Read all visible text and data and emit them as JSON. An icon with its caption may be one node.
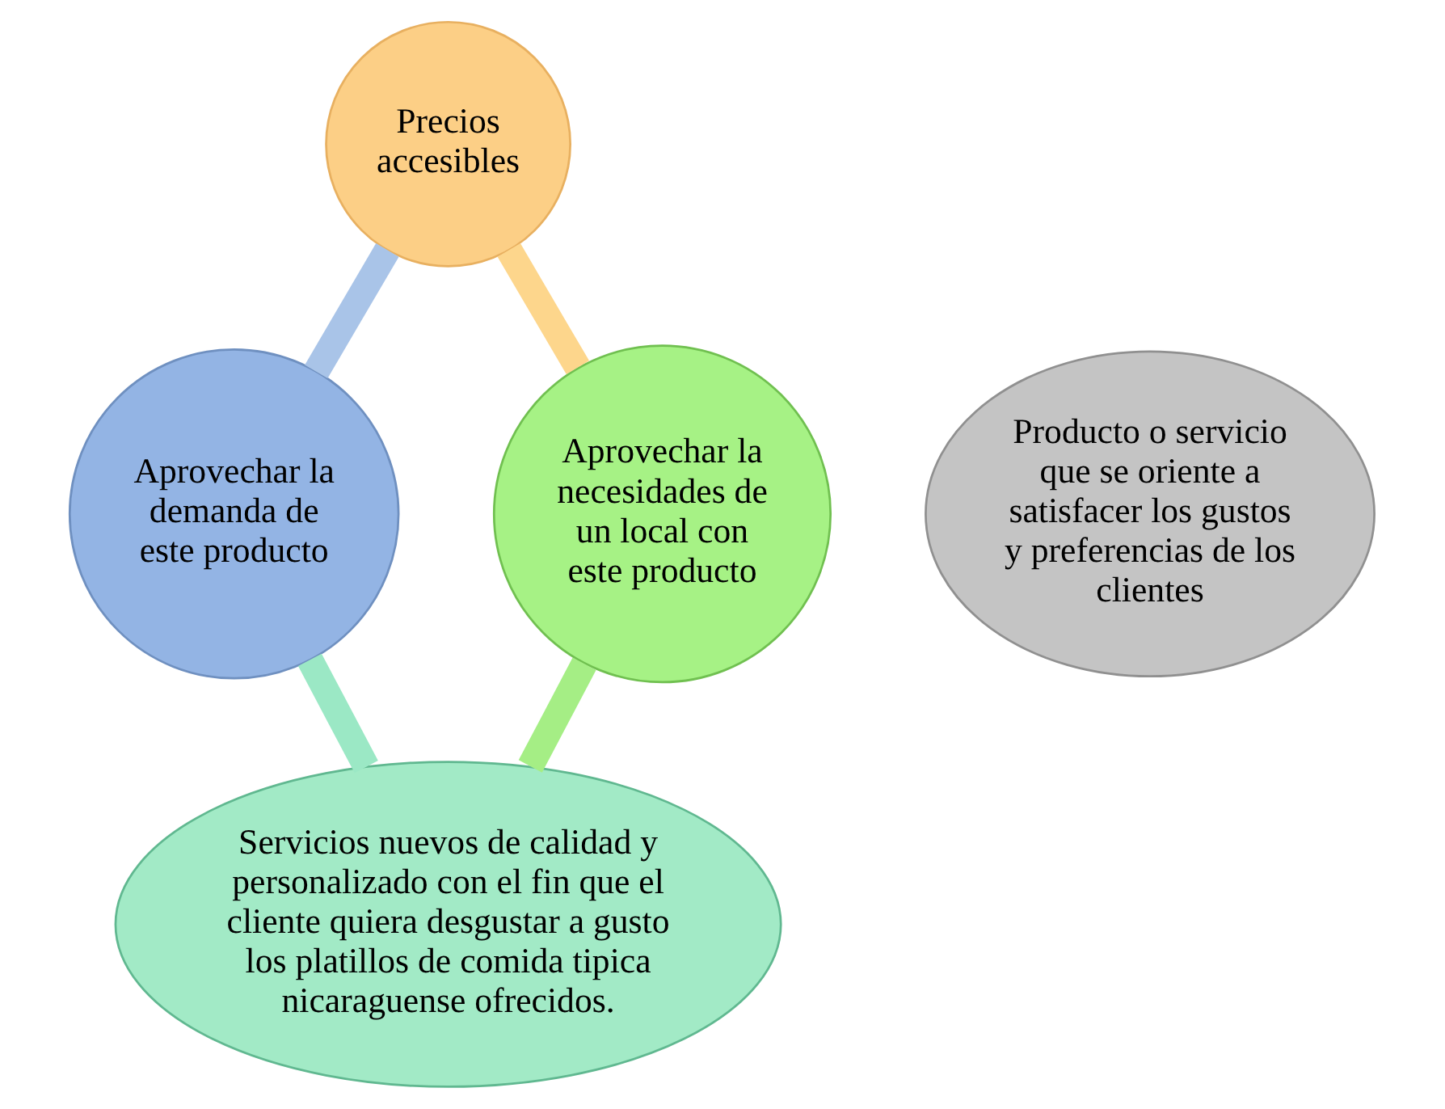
{
  "diagram": {
    "nodes": [
      {
        "text": [
          "Precios accesibles"
        ]
      },
      {
        "text": [
          "Aprovechar la demanda de este producto"
        ]
      },
      {
        "text": [
          "Producto o servicio que se oriente a satisfacer los gustos y preferencias de los clientes"
        ]
      },
      {
        "text": [
          "Aprovechar la necesidades de un local con este producto"
        ]
      },
      {
        "text": [
          "Servicios nuevos de calidad y personalizado con el fin que el cliente quiera desgustar a gusto los platillos de comida tipica nicaraguense ofrecidos."
        ]
      }
    ],
    "edges": [
      {
        "from": 0,
        "to": 1,
        "arrow": "none",
        "color": "#a9c4e8"
      },
      {
        "from": 0,
        "to": 3,
        "arrow": "none",
        "color": "#fdd68c"
      },
      {
        "from": 1,
        "to": 4,
        "arrow": "none",
        "color": "#9be8c5"
      },
      {
        "from": 3,
        "to": 4,
        "arrow": "none",
        "color": "#a5ee85"
      }
    ]
  }
}
